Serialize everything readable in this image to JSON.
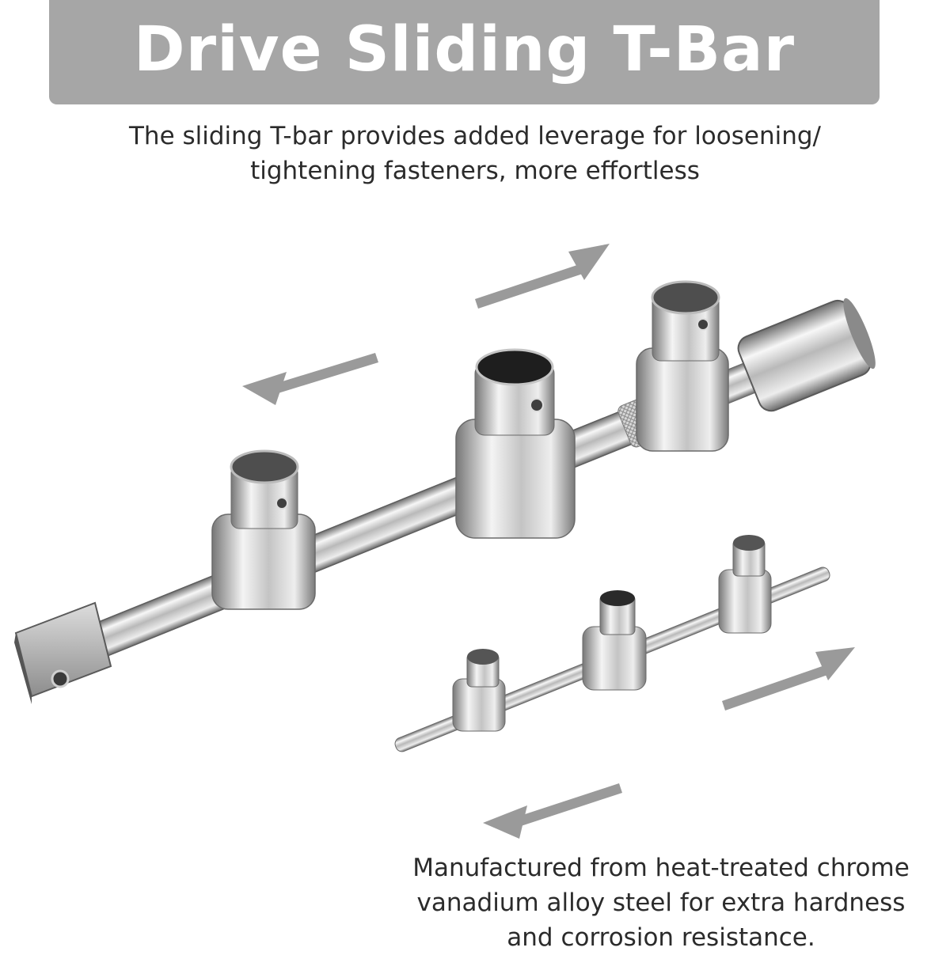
{
  "header": {
    "title": "Drive Sliding T-Bar"
  },
  "top_caption": {
    "line1": "The sliding T-bar provides added leverage for loosening/",
    "line2": "tightening fasteners, more effortless"
  },
  "bottom_caption": {
    "line1": "Manufactured from heat-treated chrome",
    "line2": "vanadium alloy steel for extra hardness",
    "line3": "and corrosion resistance."
  },
  "colors": {
    "banner": "#a6a6a6",
    "arrow": "#999999",
    "text": "#2b2b2b"
  }
}
